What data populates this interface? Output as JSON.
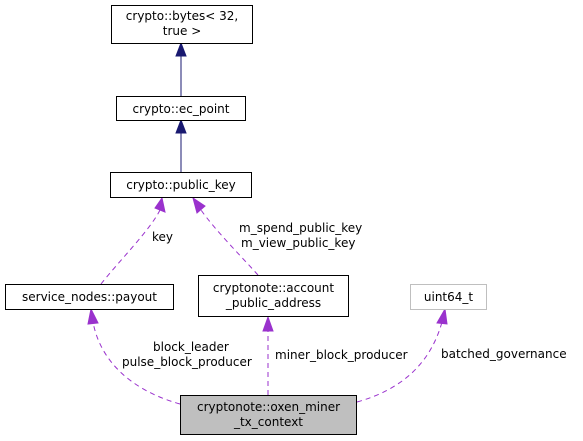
{
  "nodes": {
    "bytes": {
      "line1": "crypto::bytes< 32,",
      "line2": "true >"
    },
    "ec_point": {
      "label": "crypto::ec_point"
    },
    "public_key": {
      "label": "crypto::public_key"
    },
    "payout": {
      "label": "service_nodes::payout"
    },
    "account": {
      "line1": "cryptonote::account",
      "line2": "_public_address"
    },
    "uint64": {
      "label": "uint64_t"
    },
    "context": {
      "line1": "cryptonote::oxen_miner",
      "line2": "_tx_context"
    }
  },
  "edges": {
    "key": "key",
    "spend_key": "m_spend_public_key",
    "view_key": "m_view_public_key",
    "block_leader": "block_leader",
    "pulse_producer": "pulse_block_producer",
    "miner_producer": "miner_block_producer",
    "batched_governance": "batched_governance"
  },
  "colors": {
    "inheritance_edge": "#191970",
    "usage_edge": "#9a32cd",
    "focus_node_fill": "#bfbfbf",
    "external_node_border": "#bfbfbf"
  }
}
